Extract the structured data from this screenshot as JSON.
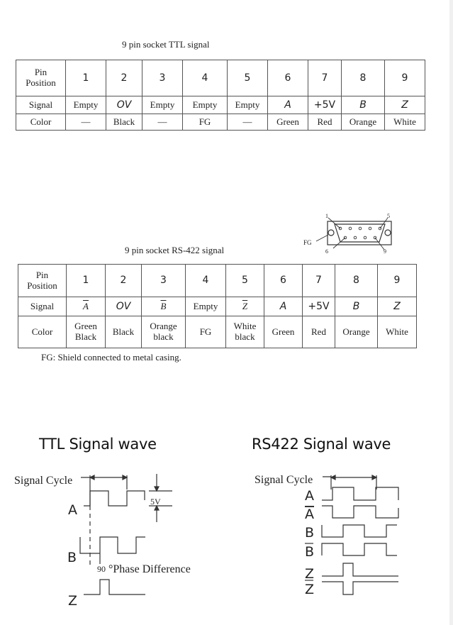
{
  "ttl": {
    "caption": "9 pin socket TTL signal",
    "header_label": [
      "Pin",
      "Position"
    ],
    "pins": [
      "1",
      "2",
      "3",
      "4",
      "5",
      "6",
      "7",
      "8",
      "9"
    ],
    "signal_label": "Signal",
    "signals": [
      {
        "text": "Empty"
      },
      {
        "text": "OV",
        "sans": true
      },
      {
        "text": "Empty"
      },
      {
        "text": "Empty"
      },
      {
        "text": "Empty"
      },
      {
        "text": "A",
        "sans": true
      },
      {
        "text": "+5V",
        "sans": true,
        "upright": true
      },
      {
        "text": "B",
        "sans": true
      },
      {
        "text": "Z",
        "sans": true
      }
    ],
    "color_label": "Color",
    "colors": [
      [
        "—"
      ],
      [
        "Black"
      ],
      [
        "—"
      ],
      [
        "FG"
      ],
      [
        "—"
      ],
      [
        "Green"
      ],
      [
        "Red"
      ],
      [
        "Orange"
      ],
      [
        "White"
      ]
    ]
  },
  "rs422": {
    "caption": "9 pin socket RS-422 signal",
    "header_label": [
      "Pin",
      "Position"
    ],
    "pins": [
      "1",
      "2",
      "3",
      "4",
      "5",
      "6",
      "7",
      "8",
      "9"
    ],
    "signal_label": "Signal",
    "signals": [
      {
        "text": "A",
        "overline": true
      },
      {
        "text": "OV",
        "sans": true
      },
      {
        "text": "B",
        "overline": true
      },
      {
        "text": "Empty",
        "upright": true
      },
      {
        "text": "Z",
        "overline": true
      },
      {
        "text": "A",
        "sans": true
      },
      {
        "text": "+5V",
        "sans": true,
        "upright": true
      },
      {
        "text": "B",
        "sans": true
      },
      {
        "text": "Z",
        "sans": true
      }
    ],
    "color_label": "Color",
    "colors": [
      [
        "Green",
        "Black"
      ],
      [
        "Black"
      ],
      [
        "Orange",
        "black"
      ],
      [
        "FG"
      ],
      [
        "White",
        "black"
      ],
      [
        "Green"
      ],
      [
        "Red"
      ],
      [
        "Orange"
      ],
      [
        "White"
      ]
    ],
    "note": "FG: Shield connected to metal casing."
  },
  "connector": {
    "pin1": "1",
    "pin5": "5",
    "pin6": "6",
    "pin9": "9",
    "fg": "FG"
  },
  "ttl_wave": {
    "title": "TTL Signal wave",
    "signal_cycle": "Signal Cycle",
    "voltage": "5V",
    "channels": [
      "A",
      "B",
      "Z"
    ],
    "phase_value": "90",
    "phase_text": "°Phase Difference"
  },
  "rs422_wave": {
    "title": "RS422 Signal wave",
    "signal_cycle": "Signal Cycle",
    "channels": [
      "A",
      "A",
      "B",
      "B",
      "Z",
      "Z"
    ]
  }
}
